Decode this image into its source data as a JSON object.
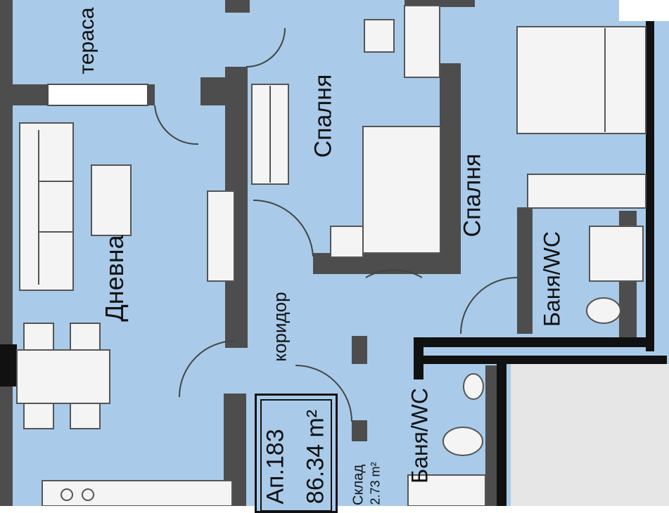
{
  "rooms": {
    "terrace": "тераса",
    "living": "Дневна",
    "bedroom1": "Спалня",
    "bedroom2": "Спалня",
    "corridor": "коридор",
    "bath1": "Баня/WC",
    "bath2": "Баня/WC",
    "storage": "Склад"
  },
  "storage_area": "2.73 m²",
  "apartment": {
    "number": "Ап.183",
    "area": "86.34 m²"
  },
  "colors": {
    "floor": "#a9cbe9",
    "wall": "#4d4d4d",
    "outer_wall": "#111111",
    "furniture": "#f4f4f4",
    "stairwell": "#e6e6e6"
  }
}
